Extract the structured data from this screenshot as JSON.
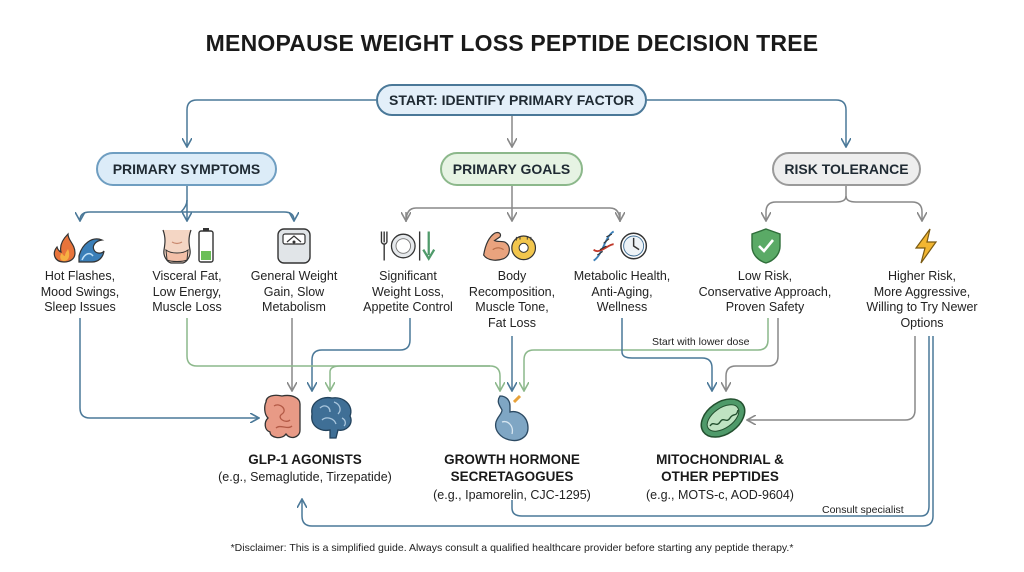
{
  "title": "MENOPAUSE WEIGHT LOSS PEPTIDE DECISION TREE",
  "start": "START: IDENTIFY PRIMARY FACTOR",
  "categories": {
    "symptoms": "PRIMARY SYMPTOMS",
    "goals": "PRIMARY GOALS",
    "risk": "RISK TOLERANCE"
  },
  "leaves": {
    "hot_flashes": "Hot Flashes,\nMood Swings,\nSleep Issues",
    "visceral_fat": "Visceral Fat,\nLow Energy,\nMuscle Loss",
    "general_weight": "General Weight\nGain, Slow\nMetabolism",
    "significant_loss": "Significant\nWeight Loss,\nAppetite Control",
    "body_recomp": "Body\nRecomposition,\nMuscle Tone,\nFat Loss",
    "metabolic_health": "Metabolic Health,\nAnti-Aging,\nWellness",
    "low_risk": "Low Risk,\nConservative Approach,\nProven Safety",
    "higher_risk": "Higher Risk,\nMore Aggressive,\nWilling to Try Newer\nOptions"
  },
  "outcomes": {
    "glp1": {
      "name": "GLP-1 AGONISTS",
      "examples": "(e.g., Semaglutide, Tirzepatide)"
    },
    "ghs": {
      "name": "GROWTH HORMONE\nSECRETAGOGUES",
      "examples": "(e.g., Ipamorelin, CJC-1295)"
    },
    "mito": {
      "name": "MITOCHONDRIAL &\nOTHER PEPTIDES",
      "examples": "(e.g., MOTS-c, AOD-9604)"
    }
  },
  "notes": {
    "lower_dose": "Start with lower dose",
    "consult": "Consult specialist"
  },
  "disclaimer": "*Disclaimer: This is a simplified guide. Always consult a qualified healthcare provider before starting any peptide therapy.*",
  "colors": {
    "blue": "#4a7898",
    "green": "#8cb88b",
    "gray": "#888888",
    "flame": "#e8743b",
    "wave": "#3b7fb8",
    "gut": "#e89a86",
    "brain": "#3f6f96",
    "pituitary": "#7fa6c4",
    "mito": "#4f9a6a",
    "shield": "#5aaa66",
    "bolt": "#f2b632"
  },
  "icons": {
    "hot_flashes": "flame-and-wave-icon",
    "visceral_fat": "torso-and-battery-icon",
    "general_weight": "scale-icon",
    "significant_loss": "plate-and-arrow-icon",
    "body_recomp": "muscle-and-tape-icon",
    "metabolic_health": "dna-and-clock-icon",
    "low_risk": "shield-check-icon",
    "higher_risk": "lightning-icon"
  }
}
